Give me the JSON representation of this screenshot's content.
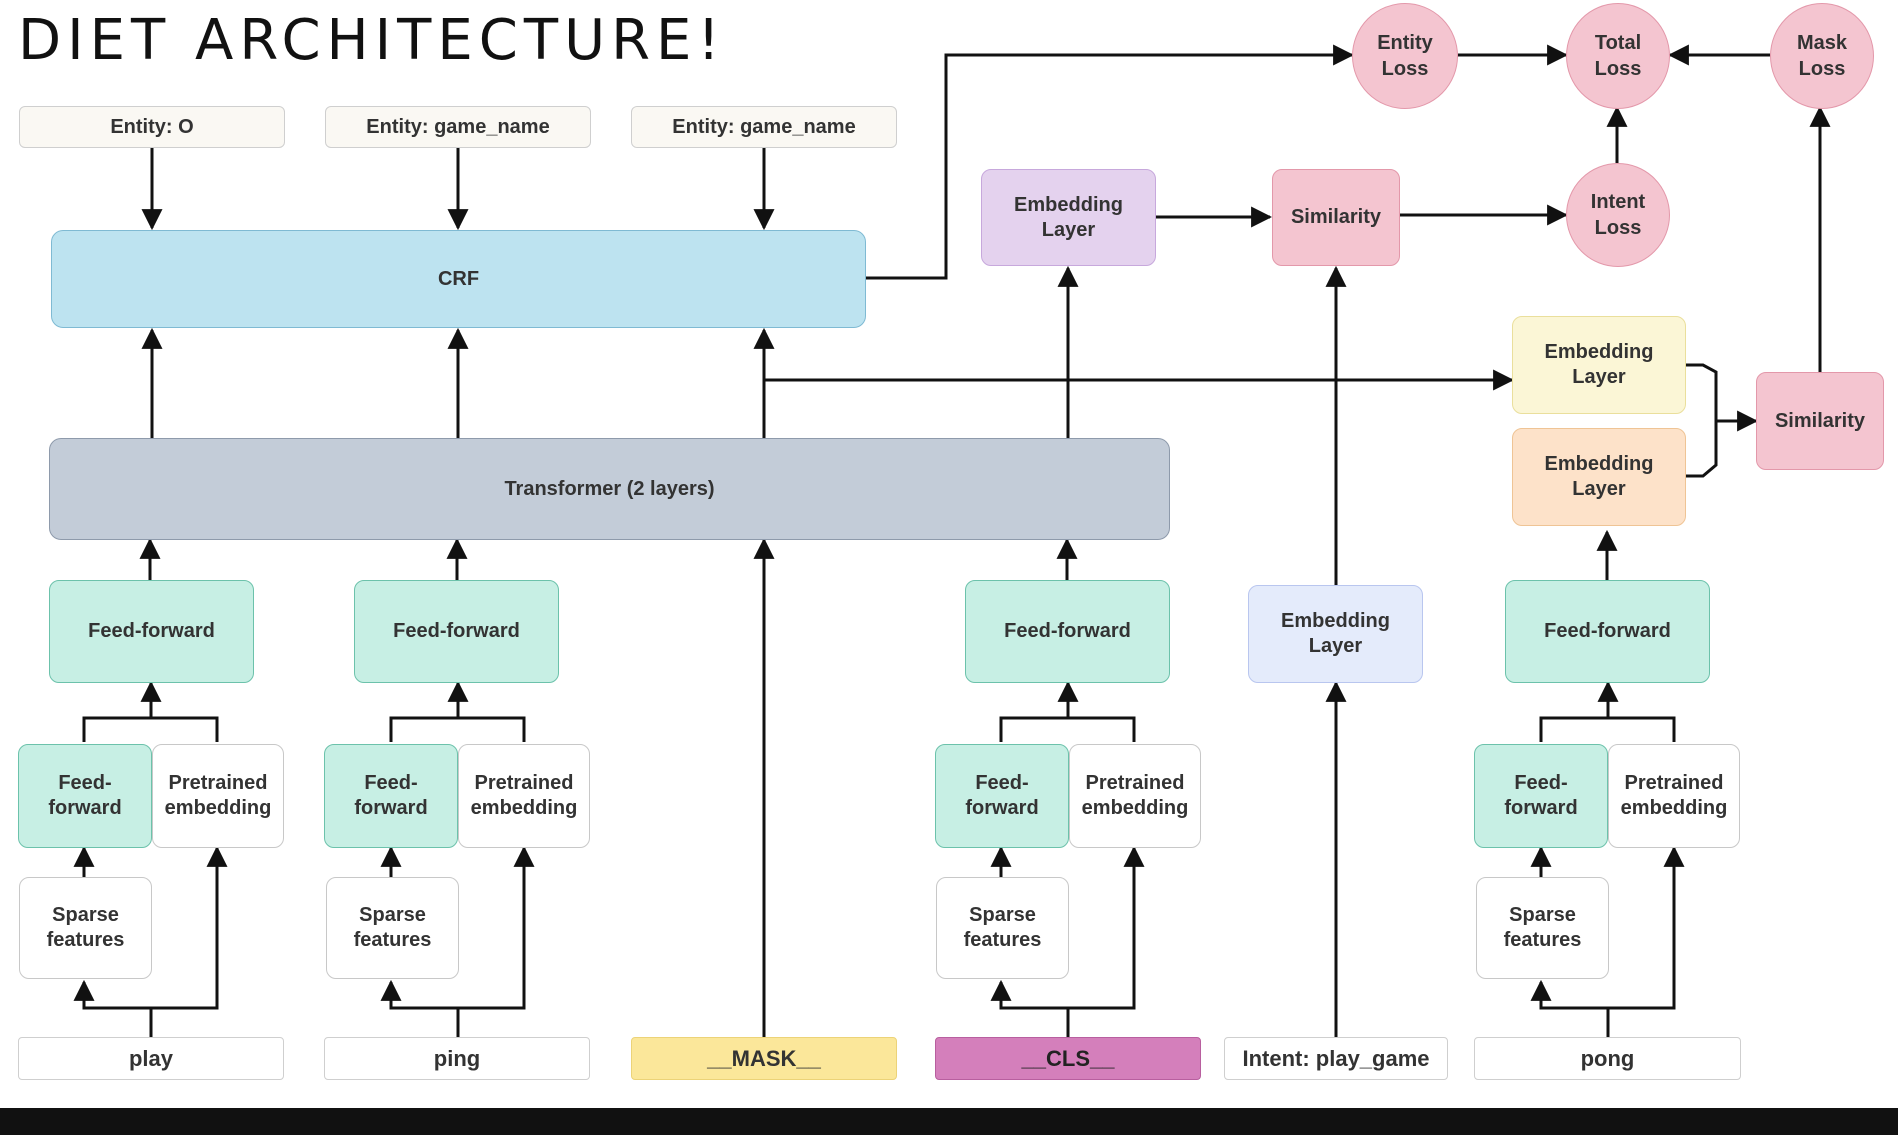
{
  "title": "DIET ARCHITECTURE!",
  "entity_labels": [
    "Entity: O",
    "Entity: game_name",
    "Entity: game_name"
  ],
  "crf": "CRF",
  "transformer": "Transformer (2 layers)",
  "feed_forward": "Feed-forward",
  "feed_forward_split": "Feed-\nforward",
  "pretrained": "Pretrained\nembedding",
  "sparse": "Sparse\nfeatures",
  "tokens": [
    "play",
    "ping",
    "__MASK__",
    "__CLS__",
    "Intent: play_game",
    "pong"
  ],
  "embedding_layer": "Embedding\nLayer",
  "similarity": "Similarity",
  "losses": {
    "entity": "Entity\nLoss",
    "total": "Total\nLoss",
    "mask": "Mask\nLoss",
    "intent": "Intent\nLoss"
  },
  "colors": {
    "crf": "#bde3f0",
    "transformer": "#c3ccd8",
    "feed_forward": "#c7efe4",
    "mask_token": "#fbe79a",
    "cls_token": "#d47fbb",
    "loss": "#f4c5d0"
  }
}
